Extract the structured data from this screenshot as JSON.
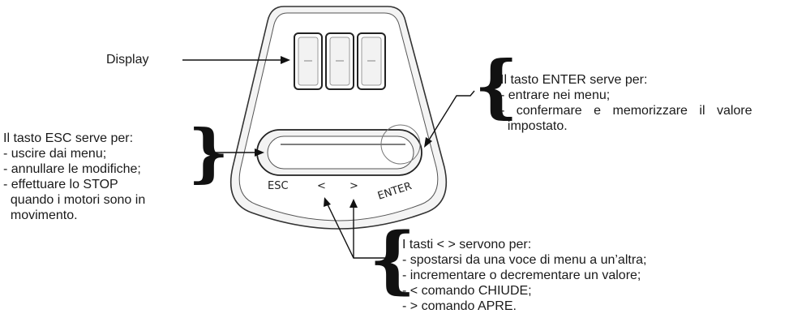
{
  "display_label": "Display",
  "esc_note": {
    "title": "Il tasto ESC serve per:",
    "items": [
      "- uscire dai menu;",
      "- annullare le modifiche;",
      "- effettuare lo STOP",
      "  quando i motori sono in",
      "  movimento."
    ]
  },
  "enter_note": {
    "title": "Il tasto ENTER serve per:",
    "items": [
      "- entrare nei menu;",
      "- confermare e memorizzare il valore",
      "  impostato."
    ]
  },
  "arrows_note": {
    "title": "I tasti < > servono per:",
    "items": [
      "- spostarsi da una voce di menu a un’altra;",
      "- incrementare o decrementare un valore;",
      "- < comando CHIUDE;",
      "- > comando APRE."
    ]
  },
  "keypad": {
    "esc": "ESC",
    "left": "<",
    "right": ">",
    "enter": "ENTER",
    "digits": [
      "-",
      "-",
      "-"
    ]
  }
}
